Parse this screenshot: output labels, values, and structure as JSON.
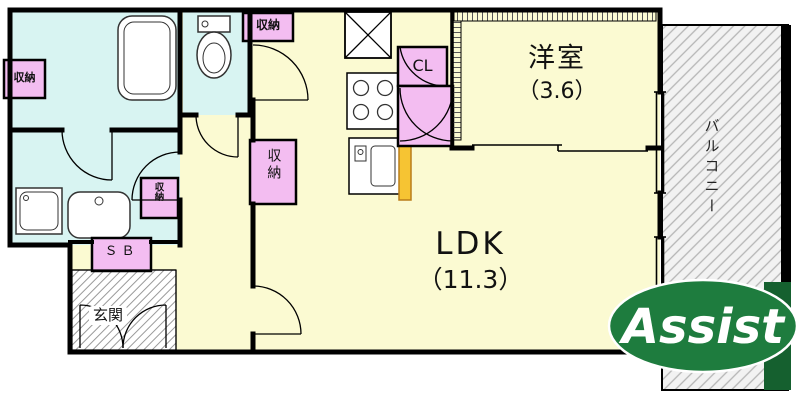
{
  "plan": {
    "western_room": {
      "label": "洋室",
      "size": "（3.6）"
    },
    "ldk": {
      "label": "LDK",
      "size": "（11.3）"
    },
    "balcony": {
      "label": "バルコニー"
    },
    "entrance": {
      "label": "玄関"
    },
    "closet_cl": {
      "label": "CL"
    },
    "shoe_box": {
      "label": "ＳＢ"
    },
    "storage_top": {
      "label": "収納"
    },
    "storage_left": {
      "label": "収納"
    },
    "storage_hall": {
      "label": "収納"
    },
    "storage_mid": {
      "label": "収納"
    }
  },
  "logo": {
    "text": "Assist"
  },
  "colors": {
    "room_fill": "#FBFAD2",
    "wet_area_fill": "#D8F4F2",
    "storage_fill": "#F3BDF1",
    "counter_fill": "#F6C433",
    "balcony_hatch": "#B5B5B5",
    "logo_green": "#1E7C3E",
    "wall": "#000000"
  }
}
